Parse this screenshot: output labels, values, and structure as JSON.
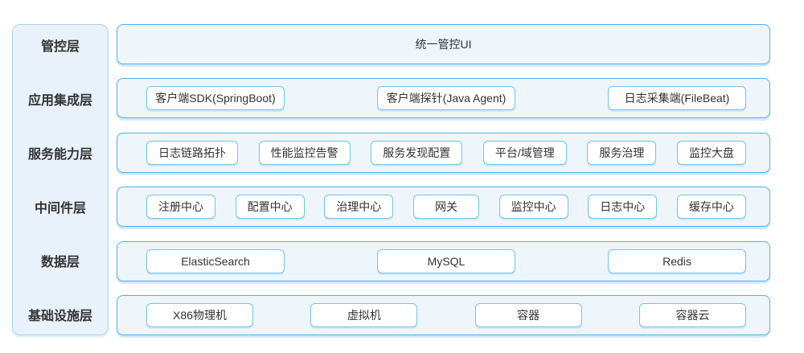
{
  "layers": [
    {
      "label": "管控层",
      "type": "full",
      "items": [
        "统一管控UI"
      ]
    },
    {
      "label": "应用集成层",
      "type": "wide",
      "items": [
        "客户端SDK(SpringBoot)",
        "客户端探针(Java Agent)",
        "日志采集端(FileBeat)"
      ]
    },
    {
      "label": "服务能力层",
      "type": "auto",
      "items": [
        "日志链路拓扑",
        "性能监控告警",
        "服务发现配置",
        "平台/域管理",
        "服务治理",
        "监控大盘"
      ]
    },
    {
      "label": "中间件层",
      "type": "auto",
      "items": [
        "注册中心",
        "配置中心",
        "治理中心",
        "网关",
        "监控中心",
        "日志中心",
        "缓存中心"
      ]
    },
    {
      "label": "数据层",
      "type": "wide",
      "items": [
        "ElasticSearch",
        "MySQL",
        "Redis"
      ]
    },
    {
      "label": "基础设施层",
      "type": "mid",
      "items": [
        "X86物理机",
        "虚拟机",
        "容器",
        "容器云"
      ]
    }
  ],
  "colors": {
    "row_border": "#49b1f1",
    "row_fill": "#eef5fb",
    "box_border": "#6fc4f3",
    "box_fill": "#ffffff",
    "sidebar_border": "#a9d3f2",
    "sidebar_fill": "#e9f1fb",
    "text": "#333333"
  }
}
